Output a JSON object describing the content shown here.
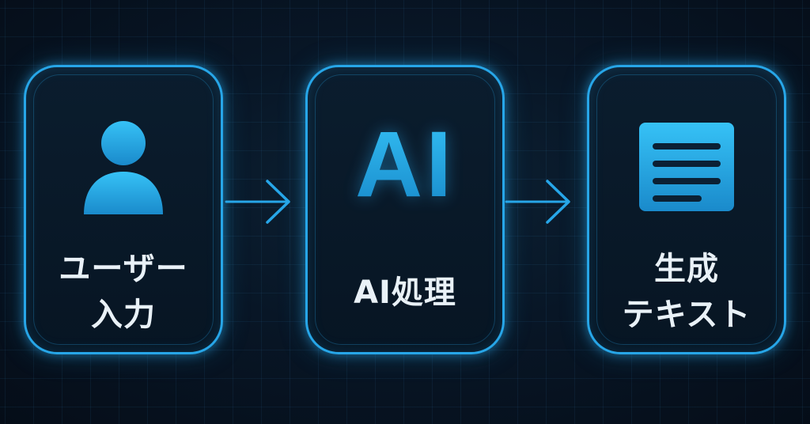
{
  "steps": [
    {
      "id": "user-input",
      "icon": "user-icon",
      "label_lines": [
        "ユーザー",
        "入力"
      ]
    },
    {
      "id": "ai-processing",
      "icon": "ai-text-icon",
      "icon_text": "AI",
      "label_lines": [
        "AI処理"
      ]
    },
    {
      "id": "generated-text",
      "icon": "document-icon",
      "label_lines": [
        "生成",
        "テキスト"
      ]
    }
  ],
  "connectors": [
    {
      "from": "user-input",
      "to": "ai-processing",
      "icon": "arrow-right-icon"
    },
    {
      "from": "ai-processing",
      "to": "generated-text",
      "icon": "arrow-right-icon"
    }
  ],
  "colors": {
    "accent": "#27a6e8",
    "background": "#081626",
    "text": "#e9f1f7"
  }
}
